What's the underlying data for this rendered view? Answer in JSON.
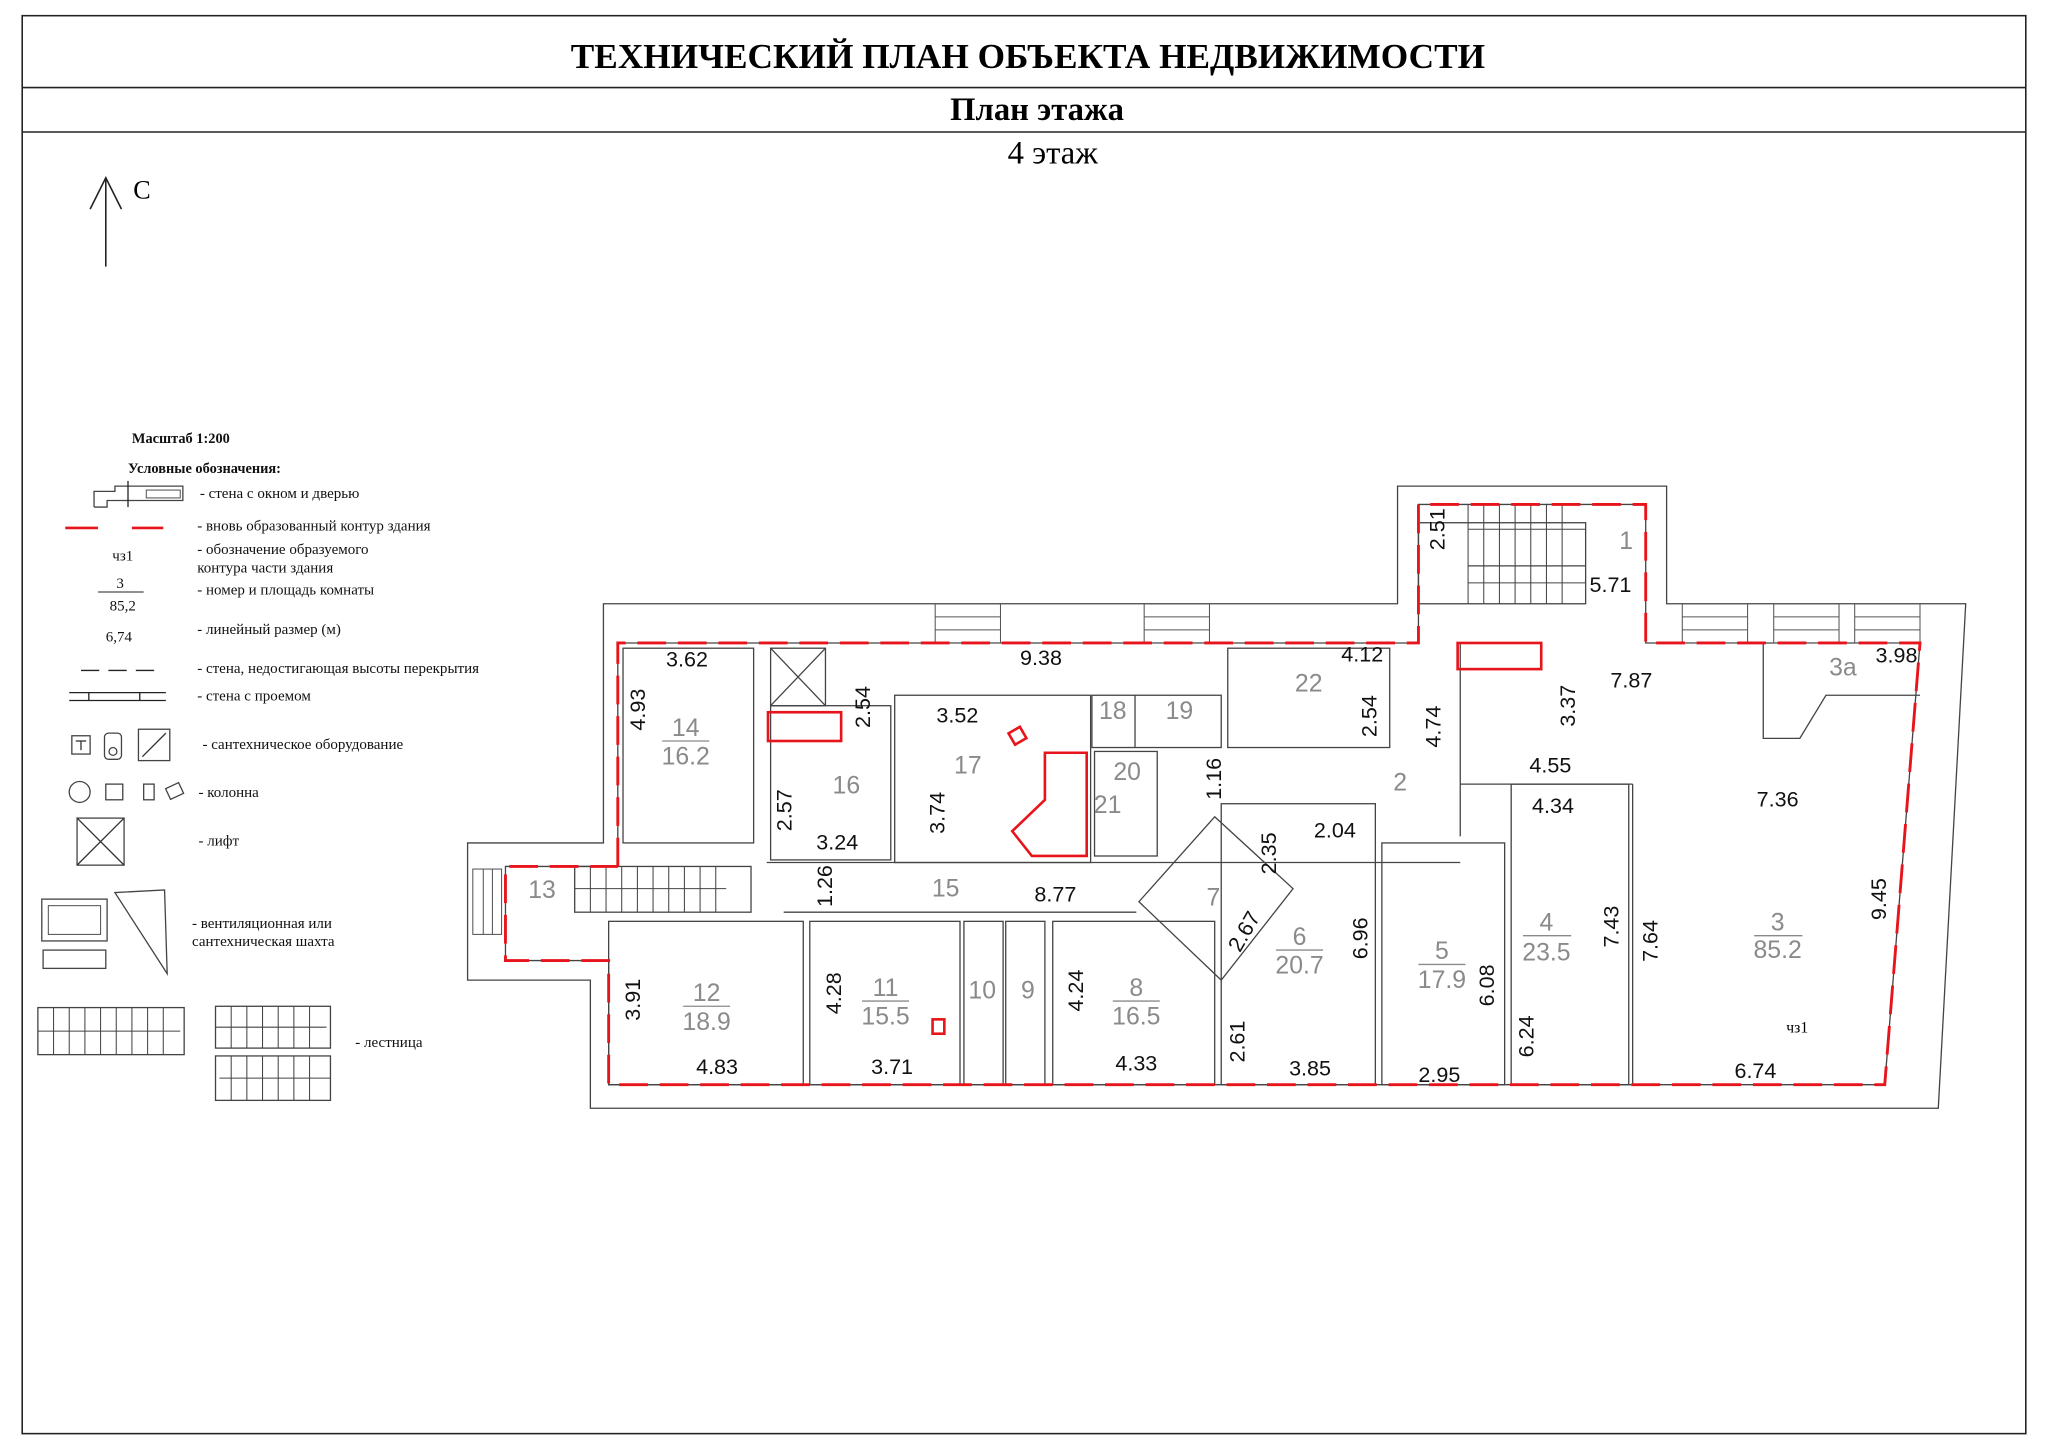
{
  "header": {
    "title": "ТЕХНИЧЕСКИЙ ПЛАН ОБЪЕКТА НЕДВИЖИМОСТИ",
    "subtitle": "План этажа",
    "floor": "4 этаж"
  },
  "north_arrow": {
    "label": "С"
  },
  "legend": {
    "scale": "Масштаб 1:200",
    "heading": "Условные обозначения:",
    "items": [
      "- стена с окном и дверью",
      "- вновь образованный контур здания",
      "- обозначение образуемого",
      "контура части здания",
      "- номер и площадь комнаты",
      "- линейный размер  (м)",
      "- стена, недостигающая высоты перекрытия",
      "- стена с проемом",
      "- сантехническое оборудование",
      "- колонна",
      "- лифт",
      "- вентиляционная или",
      "сантехническая шахта",
      "- лестница"
    ],
    "sample_part": "чз1",
    "sample_room_number": "3",
    "sample_room_area": "85,2",
    "sample_dimension": "6,74"
  },
  "plan": {
    "colors": {
      "contour": "#e8141c",
      "walls": "#444444"
    },
    "part_label": "чз1",
    "rooms": [
      {
        "number": "1"
      },
      {
        "number": "2"
      },
      {
        "number": "3",
        "area": "85.2"
      },
      {
        "number": "3а"
      },
      {
        "number": "4",
        "area": "23.5"
      },
      {
        "number": "5",
        "area": "17.9"
      },
      {
        "number": "6",
        "area": "20.7"
      },
      {
        "number": "7"
      },
      {
        "number": "8",
        "area": "16.5"
      },
      {
        "number": "9"
      },
      {
        "number": "10"
      },
      {
        "number": "11",
        "area": "15.5"
      },
      {
        "number": "12",
        "area": "18.9"
      },
      {
        "number": "13"
      },
      {
        "number": "14",
        "area": "16.2"
      },
      {
        "number": "15"
      },
      {
        "number": "16"
      },
      {
        "number": "17"
      },
      {
        "number": "18"
      },
      {
        "number": "19"
      },
      {
        "number": "20"
      },
      {
        "number": "21"
      },
      {
        "number": "22"
      }
    ],
    "dimensions": [
      "3.62",
      "4.93",
      "2.54",
      "9.38",
      "4.12",
      "2.51",
      "5.71",
      "3.52",
      "2.57",
      "3.24",
      "3.74",
      "2.54",
      "4.74",
      "1.16",
      "3.37",
      "7.87",
      "3.98",
      "4.55",
      "4.34",
      "7.36",
      "1.26",
      "8.77",
      "2.35",
      "2.04",
      "2.67",
      "6.96",
      "7.43",
      "7.64",
      "9.45",
      "3.91",
      "4.28",
      "4.24",
      "6.08",
      "6.24",
      "2.61",
      "4.83",
      "3.71",
      "4.33",
      "3.85",
      "2.95",
      "6.74"
    ]
  }
}
